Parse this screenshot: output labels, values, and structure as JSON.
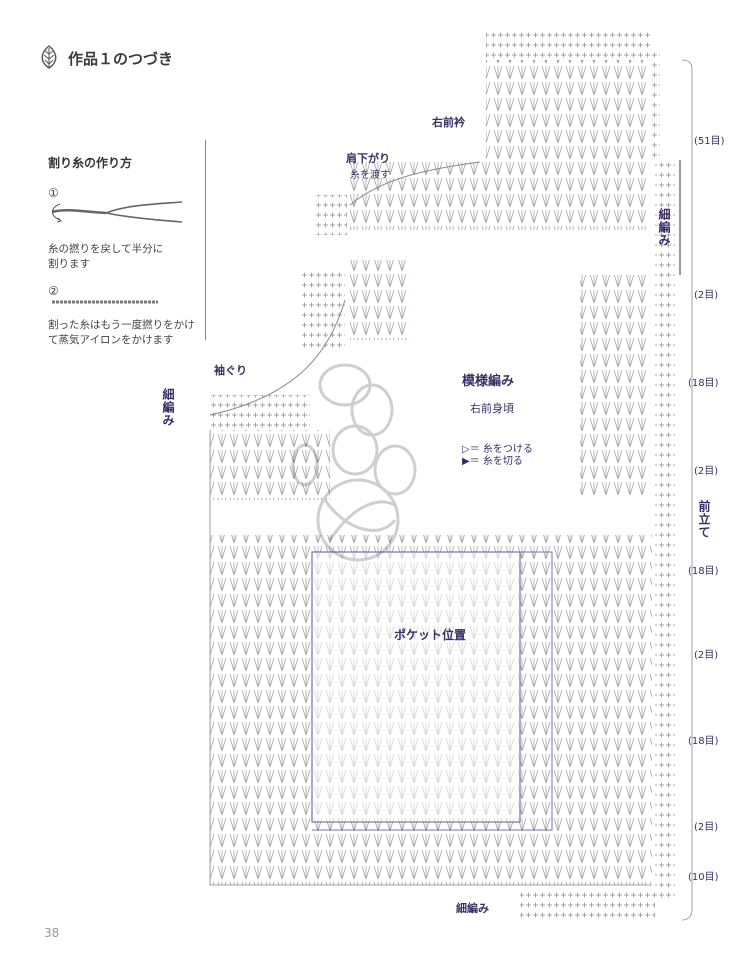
{
  "header": {
    "title": "作品１のつづき"
  },
  "split_yarn": {
    "heading": "割り糸の作り方",
    "step1_num": "①",
    "step1_text": "糸の撚りを戻して半分に割ります",
    "step2_num": "②",
    "step2_text": "割った糸はもう一度撚りをかけて蒸気アイロンをかけます"
  },
  "diagram": {
    "right_collar": "右前衿",
    "shoulder_drop": "肩下がり",
    "pass_yarn": "糸を渡す",
    "sleeve_hole": "袖ぐり",
    "single_crochet_left": "細編み",
    "single_crochet_right": "細編み",
    "single_crochet_bottom": "細編み",
    "pattern_stitch": "模様編み",
    "right_front_body": "右前身頃",
    "join_yarn": "▷＝ 糸をつける",
    "cut_yarn": "▶＝ 糸を切る",
    "pocket_position": "ポケット位置",
    "front_band": "前立て",
    "counts": {
      "c51": "(51目)",
      "c2a": "(2目)",
      "c18a": "(18目)",
      "c2b": "(2目)",
      "c18b": "(18目)",
      "c2c": "(2目)",
      "c18c": "(18目)",
      "c2d": "(2目)",
      "c10": "(10目)"
    }
  },
  "page_number": "38"
}
